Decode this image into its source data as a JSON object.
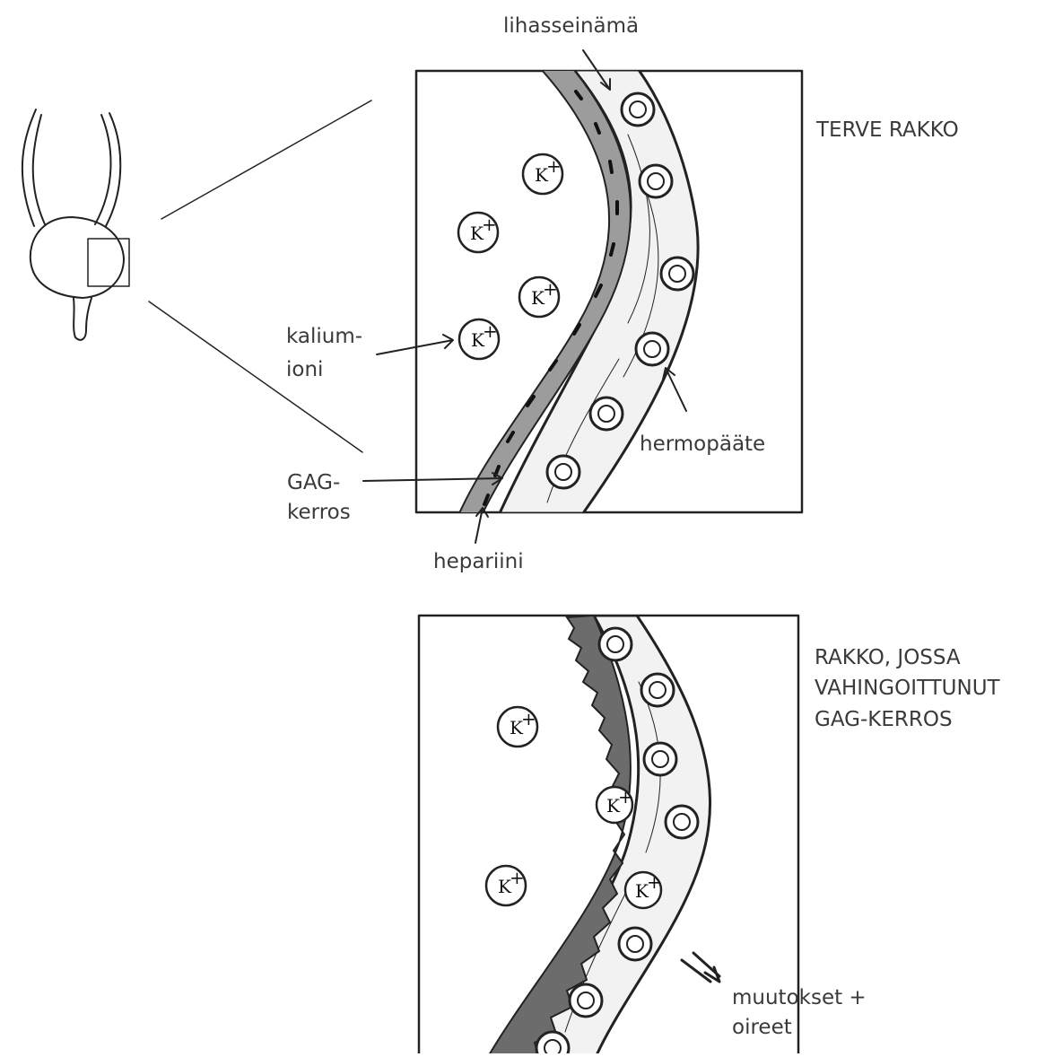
{
  "labels": {
    "muscle_wall": "lihasseinämä",
    "healthy_title": "TERVE RAKKO",
    "potassium_line1": "kalium-",
    "potassium_line2": "ioni",
    "gag_line1": "GAG-",
    "gag_line2": "kerros",
    "heparin": "hepariini",
    "nerve_ending": "hermopääte",
    "damaged_line1": "RAKKO, JOSSA",
    "damaged_line2": "VAHINGOITTUNUT",
    "damaged_line3": "GAG-KERROS",
    "changes_line1": "muutokset +",
    "changes_line2": "oireet"
  },
  "ion_symbol": "K",
  "ion_charge": "+",
  "colors": {
    "outline": "#222222",
    "gag_layer": "#9c9c9c",
    "damaged_gag": "#6c6c6c",
    "wall_fill": "#f2f2f2",
    "text": "#3a3a3a"
  }
}
